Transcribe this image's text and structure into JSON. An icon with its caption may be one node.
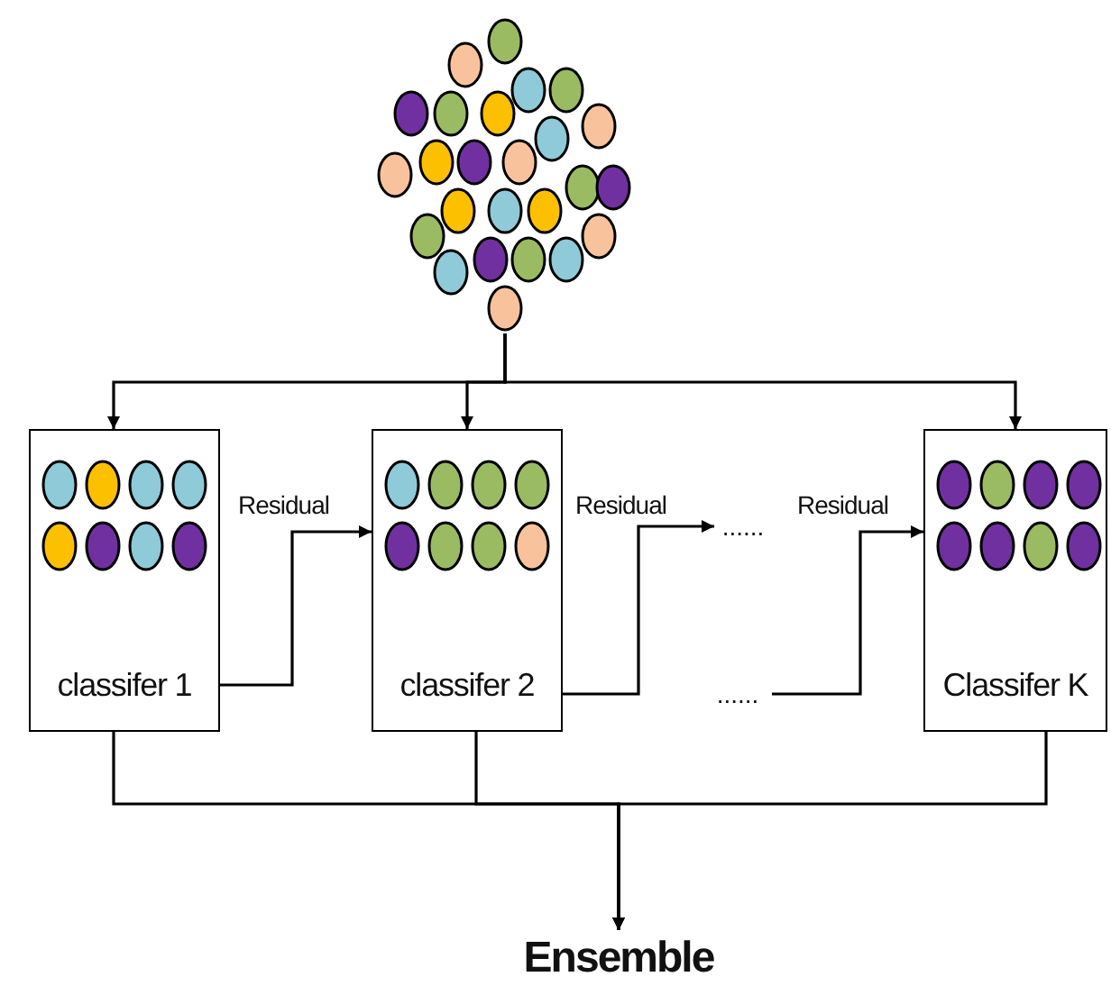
{
  "diagram": {
    "nodes": [
      {
        "text": [],
        "shape": "picture"
      },
      {
        "text": [
          "classifer 1"
        ]
      },
      {
        "text": [
          "classifer 2"
        ]
      },
      {
        "text": [
          "......"
        ]
      },
      {
        "text": [
          "......"
        ]
      },
      {
        "text": [
          "Classifer K"
        ]
      },
      {
        "text": [
          "Ensemble"
        ]
      }
    ],
    "edges": [
      {
        "from": 0,
        "to": 1,
        "arrow": "to"
      },
      {
        "from": 0,
        "to": 2,
        "arrow": "to"
      },
      {
        "from": 0,
        "to": 5,
        "arrow": "to"
      },
      {
        "from": 1,
        "to": 2,
        "arrow": "to",
        "label": "Residual"
      },
      {
        "from": 2,
        "to": 3,
        "arrow": "to",
        "label": "Residual"
      },
      {
        "from": 4,
        "to": 5,
        "arrow": "to",
        "label": "Residual"
      },
      {
        "from": 1,
        "to": 6,
        "arrow": "to"
      },
      {
        "from": 2,
        "to": 6,
        "arrow": "to"
      },
      {
        "from": 5,
        "to": 6,
        "arrow": "to"
      }
    ]
  }
}
